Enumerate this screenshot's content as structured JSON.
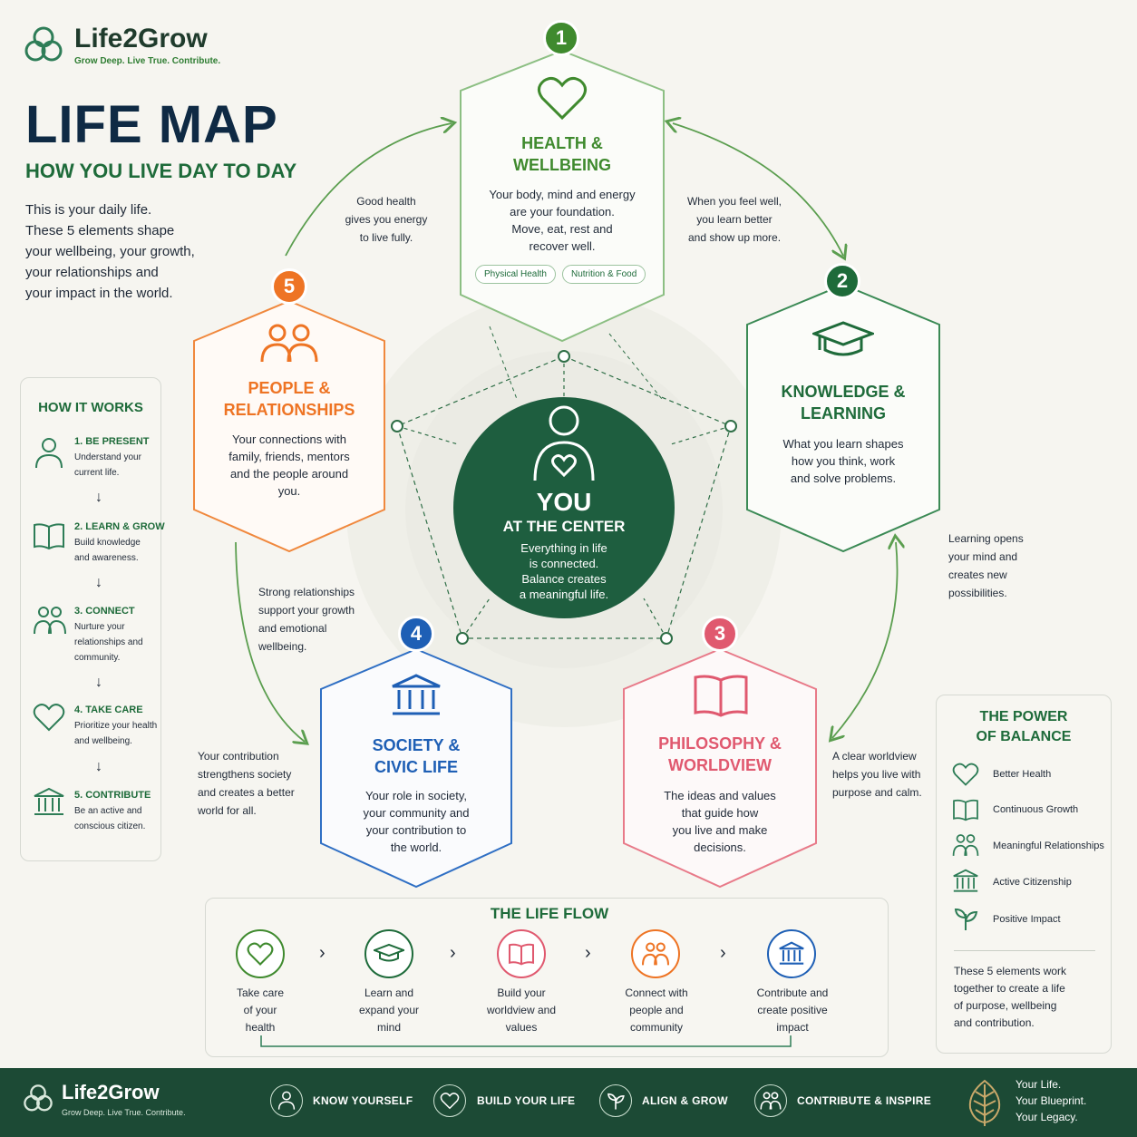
{
  "brand": {
    "name": "Life2Grow",
    "tagline": "Grow Deep. Live True. Contribute."
  },
  "colors": {
    "dark_green": "#1c4a35",
    "green": "#2e7d32",
    "health": "#3f8a2e",
    "knowledge": "#1e6b3a",
    "philosophy": "#e0596f",
    "society": "#1e5fb5",
    "people": "#ee7424",
    "navy": "#0f2a44"
  },
  "header": {
    "title": "LIFE MAP",
    "subtitle": "HOW YOU LIVE DAY TO DAY",
    "intro": [
      "This is your daily life.",
      "These 5 elements shape",
      "your wellbeing, your growth,",
      "your relationships and",
      "your impact in the world."
    ]
  },
  "how_it_works": {
    "title": "HOW IT WORKS",
    "steps": [
      {
        "title": "1. BE PRESENT",
        "text": [
          "Understand your",
          "current life."
        ],
        "icon": "person-icon"
      },
      {
        "title": "2. LEARN & GROW",
        "text": [
          "Build knowledge",
          "and awareness."
        ],
        "icon": "book-icon"
      },
      {
        "title": "3. CONNECT",
        "text": [
          "Nurture your",
          "relationships and",
          "community."
        ],
        "icon": "people-icon"
      },
      {
        "title": "4. TAKE CARE",
        "text": [
          "Prioritize your health",
          "and wellbeing."
        ],
        "icon": "heart-icon"
      },
      {
        "title": "5. CONTRIBUTE",
        "text": [
          "Be an active and",
          "conscious citizen."
        ],
        "icon": "building-icon"
      }
    ],
    "arrow": "↓"
  },
  "center": {
    "title": "YOU",
    "subtitle": "AT THE CENTER",
    "text": [
      "Everything in life",
      "is connected.",
      "Balance creates",
      "a meaningful life."
    ]
  },
  "cards": {
    "health": {
      "num": "1",
      "title": [
        "HEALTH &",
        "WELLBEING"
      ],
      "text": [
        "Your body, mind and energy",
        "are your foundation.",
        "Move, eat, rest and",
        "recover well."
      ],
      "tags": [
        "Physical Health",
        "Nutrition & Food"
      ]
    },
    "knowledge": {
      "num": "2",
      "title": [
        "KNOWLEDGE &",
        "LEARNING"
      ],
      "text": [
        "What you learn shapes",
        "how you think, work",
        "and solve problems."
      ]
    },
    "philosophy": {
      "num": "3",
      "title": [
        "PHILOSOPHY &",
        "WORLDVIEW"
      ],
      "text": [
        "The ideas and values",
        "that guide how",
        "you live and make",
        "decisions."
      ]
    },
    "society": {
      "num": "4",
      "title": [
        "SOCIETY &",
        "CIVIC LIFE"
      ],
      "text": [
        "Your role in society,",
        "your community and",
        "your contribution to",
        "the world."
      ]
    },
    "people": {
      "num": "5",
      "title": [
        "PEOPLE &",
        "RELATIONSHIPS"
      ],
      "text": [
        "Your connections with",
        "family, friends, mentors",
        "and the people around",
        "you."
      ]
    }
  },
  "notes": {
    "n1": [
      "Good health",
      "gives you energy",
      "to live fully."
    ],
    "n2": [
      "When you feel well,",
      "you learn better",
      "and show up more."
    ],
    "n3": [
      "Learning opens",
      "your mind and",
      "creates new",
      "possibilities."
    ],
    "n4": [
      "A clear worldview",
      "helps you live with",
      "purpose and calm."
    ],
    "n5": [
      "Your contribution",
      "strengthens society",
      "and creates a better",
      "world for all."
    ],
    "n6": [
      "Strong relationships",
      "support your growth",
      "and emotional",
      "wellbeing."
    ]
  },
  "power_of_balance": {
    "title": [
      "THE POWER",
      "OF BALANCE"
    ],
    "items": [
      {
        "label": "Better Health",
        "icon": "heart-icon"
      },
      {
        "label": "Continuous Growth",
        "icon": "book-icon"
      },
      {
        "label": "Meaningful Relationships",
        "icon": "people-icon"
      },
      {
        "label": "Active Citizenship",
        "icon": "building-icon"
      },
      {
        "label": "Positive Impact",
        "icon": "sprout-icon"
      }
    ],
    "footer": [
      "These 5 elements work",
      "together to create a life",
      "of purpose, wellbeing",
      "and contribution."
    ]
  },
  "life_flow": {
    "title": "THE LIFE FLOW",
    "steps": [
      {
        "label": [
          "Take care",
          "of your",
          "health"
        ],
        "icon": "heart-icon",
        "color": "#3f8a2e"
      },
      {
        "label": [
          "Learn and",
          "expand your",
          "mind"
        ],
        "icon": "graduation-cap-icon",
        "color": "#1e6b3a"
      },
      {
        "label": [
          "Build your",
          "worldview and",
          "values"
        ],
        "icon": "book-icon",
        "color": "#e0596f"
      },
      {
        "label": [
          "Connect with",
          "people and",
          "community"
        ],
        "icon": "people-icon",
        "color": "#ee7424"
      },
      {
        "label": [
          "Contribute and",
          "create positive",
          "impact"
        ],
        "icon": "building-icon",
        "color": "#1e5fb5"
      }
    ],
    "chevron": "›"
  },
  "footer": {
    "items": [
      {
        "label": "KNOW YOURSELF",
        "icon": "person-icon"
      },
      {
        "label": "BUILD YOUR LIFE",
        "icon": "heart-icon"
      },
      {
        "label": "ALIGN & GROW",
        "icon": "sprout-icon"
      },
      {
        "label": "CONTRIBUTE & INSPIRE",
        "icon": "people-icon"
      }
    ],
    "closing": [
      "Your Life.",
      "Your Blueprint.",
      "Your Legacy."
    ]
  }
}
